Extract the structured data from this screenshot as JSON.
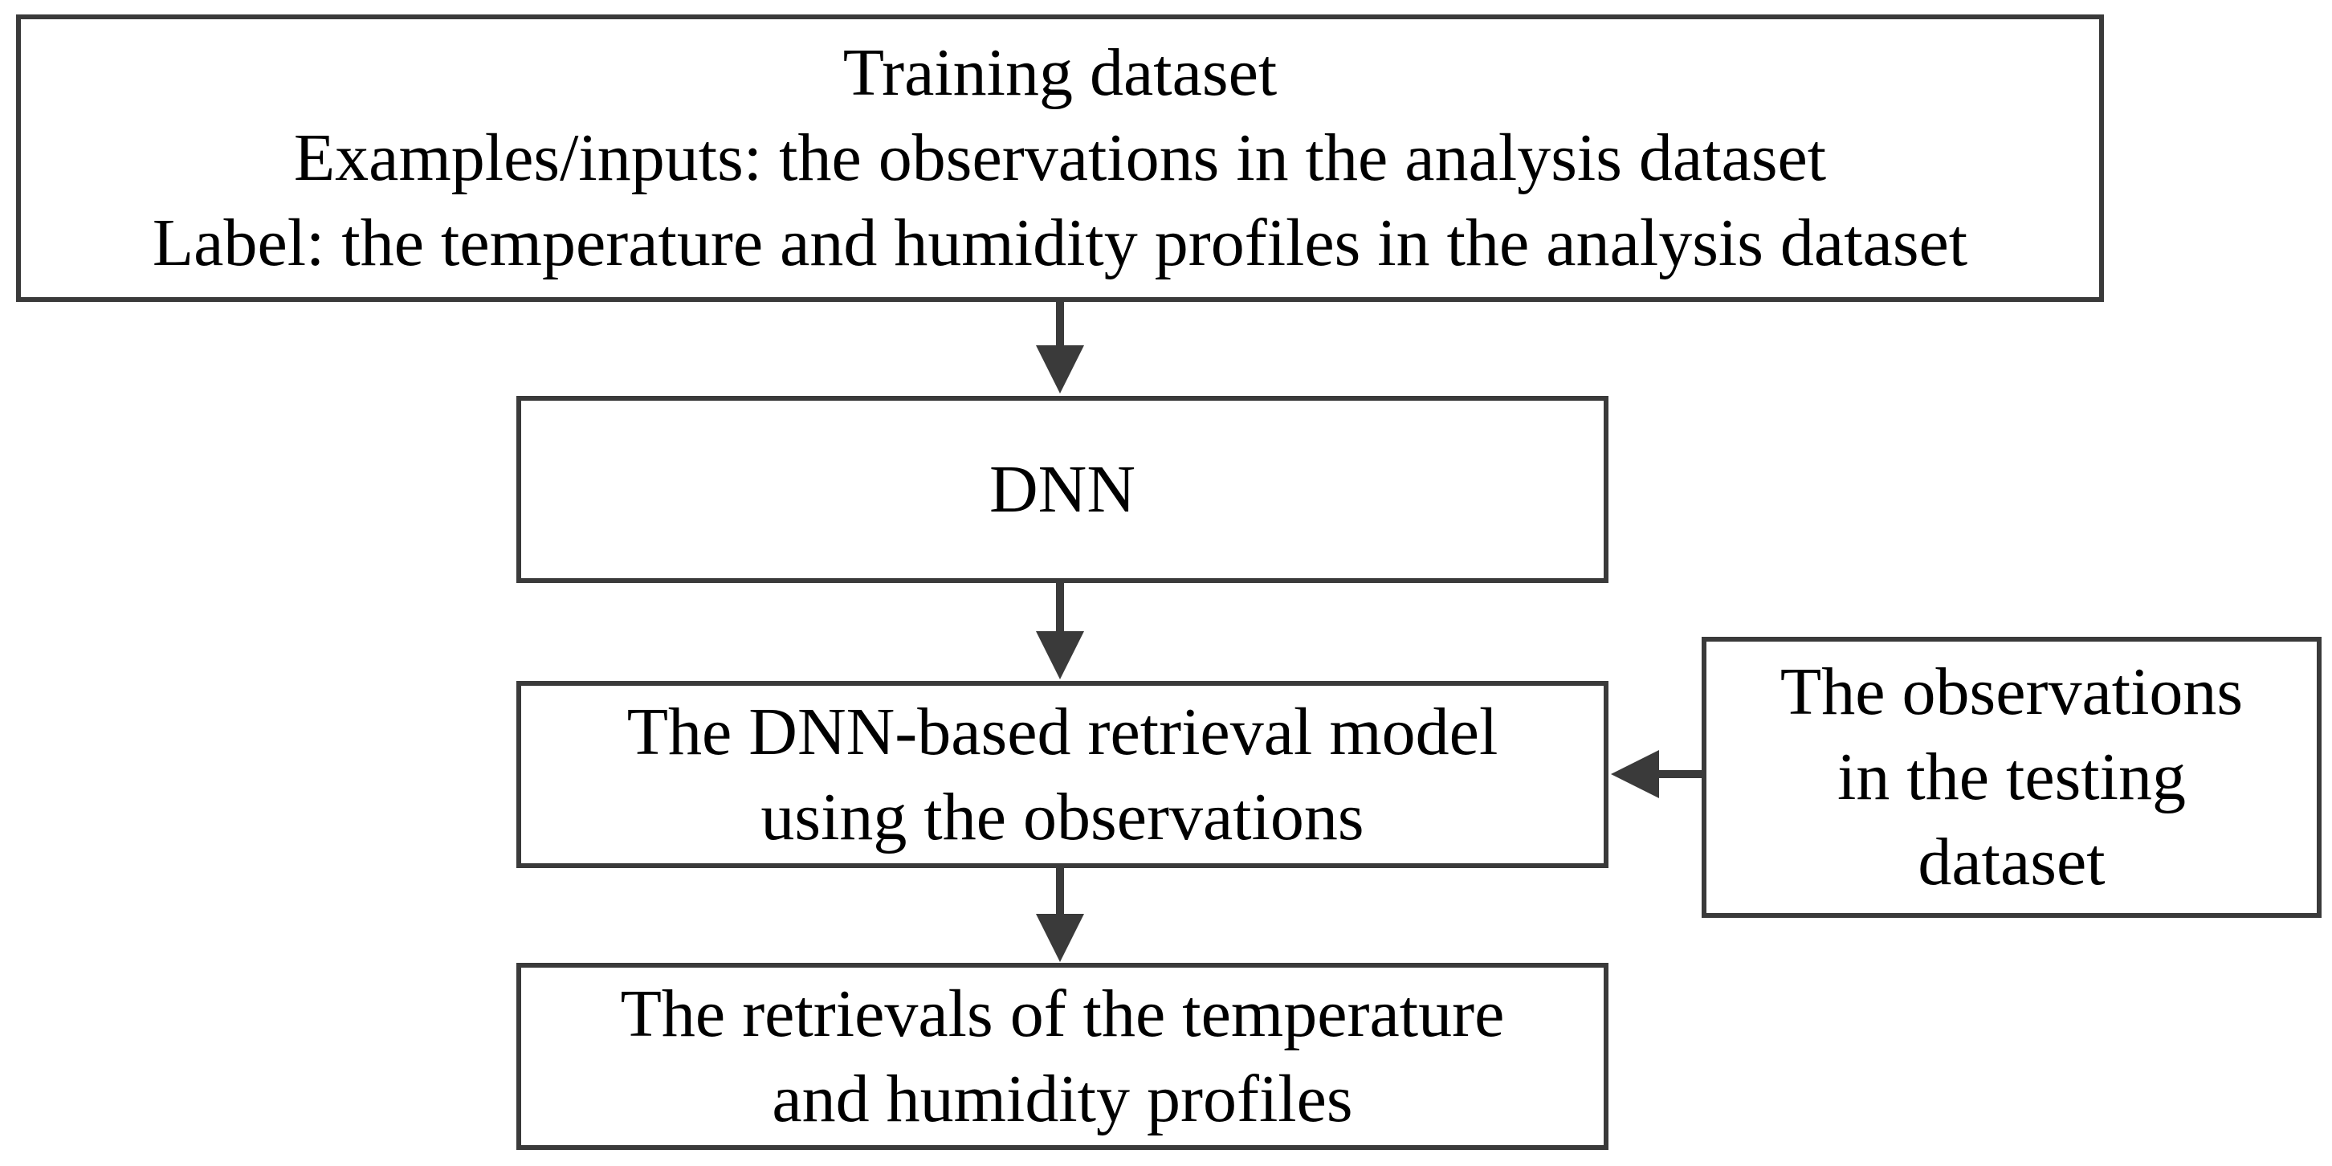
{
  "diagram": {
    "training": {
      "lines": [
        "Training dataset",
        "Examples/inputs: the observations in the analysis dataset",
        "Label: the temperature and humidity profiles in the analysis dataset"
      ]
    },
    "dnn": {
      "lines": [
        "DNN"
      ]
    },
    "model": {
      "lines": [
        "The DNN-based retrieval model",
        "using the observations"
      ]
    },
    "testing": {
      "lines": [
        "The observations",
        "in the testing",
        "dataset"
      ]
    },
    "result": {
      "lines": [
        "The retrievals of the temperature",
        "and humidity profiles"
      ]
    }
  }
}
